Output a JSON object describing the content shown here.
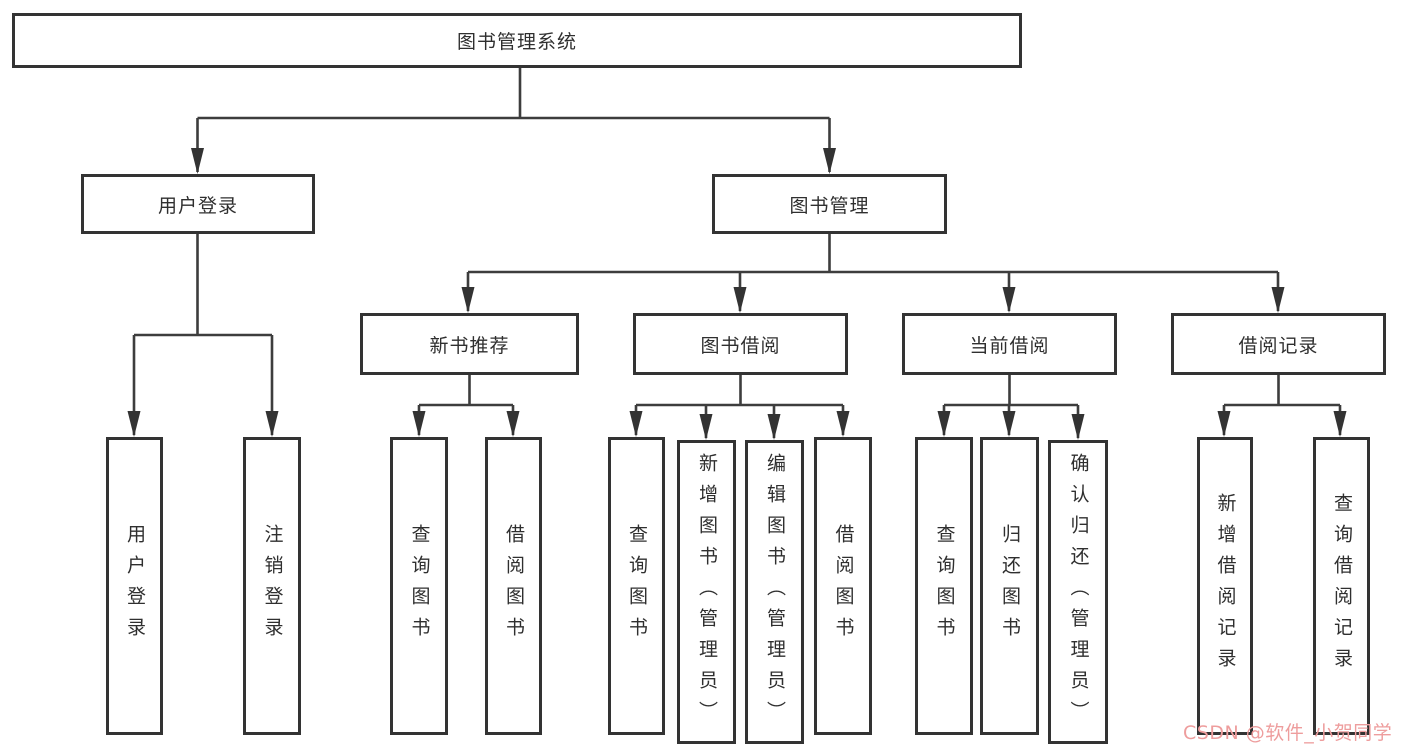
{
  "tree": {
    "label": "图书管理系统",
    "children": [
      {
        "label": "用户登录",
        "children": [
          {
            "label": "用户登录"
          },
          {
            "label": "注销登录"
          }
        ]
      },
      {
        "label": "图书管理",
        "children": [
          {
            "label": "新书推荐",
            "children": [
              {
                "label": "查询图书"
              },
              {
                "label": "借阅图书"
              }
            ]
          },
          {
            "label": "图书借阅",
            "children": [
              {
                "label": "查询图书"
              },
              {
                "label": "新增图书（管理员）"
              },
              {
                "label": "编辑图书（管理员）"
              },
              {
                "label": "借阅图书"
              }
            ]
          },
          {
            "label": "当前借阅",
            "children": [
              {
                "label": "查询图书"
              },
              {
                "label": "归还图书"
              },
              {
                "label": "确认归还（管理员）"
              }
            ]
          },
          {
            "label": "借阅记录",
            "children": [
              {
                "label": "新增借阅记录"
              },
              {
                "label": "查询借阅记录"
              }
            ]
          }
        ]
      }
    ]
  },
  "watermark": {
    "text": "CSDN @软件_小贺同学",
    "color": "#ee9d9d"
  },
  "colors": {
    "box_border": "#333333",
    "connector_line": "#3d3d3d",
    "arrowhead": "#333333",
    "text": "#2f2f2f",
    "background": "#ffffff"
  }
}
